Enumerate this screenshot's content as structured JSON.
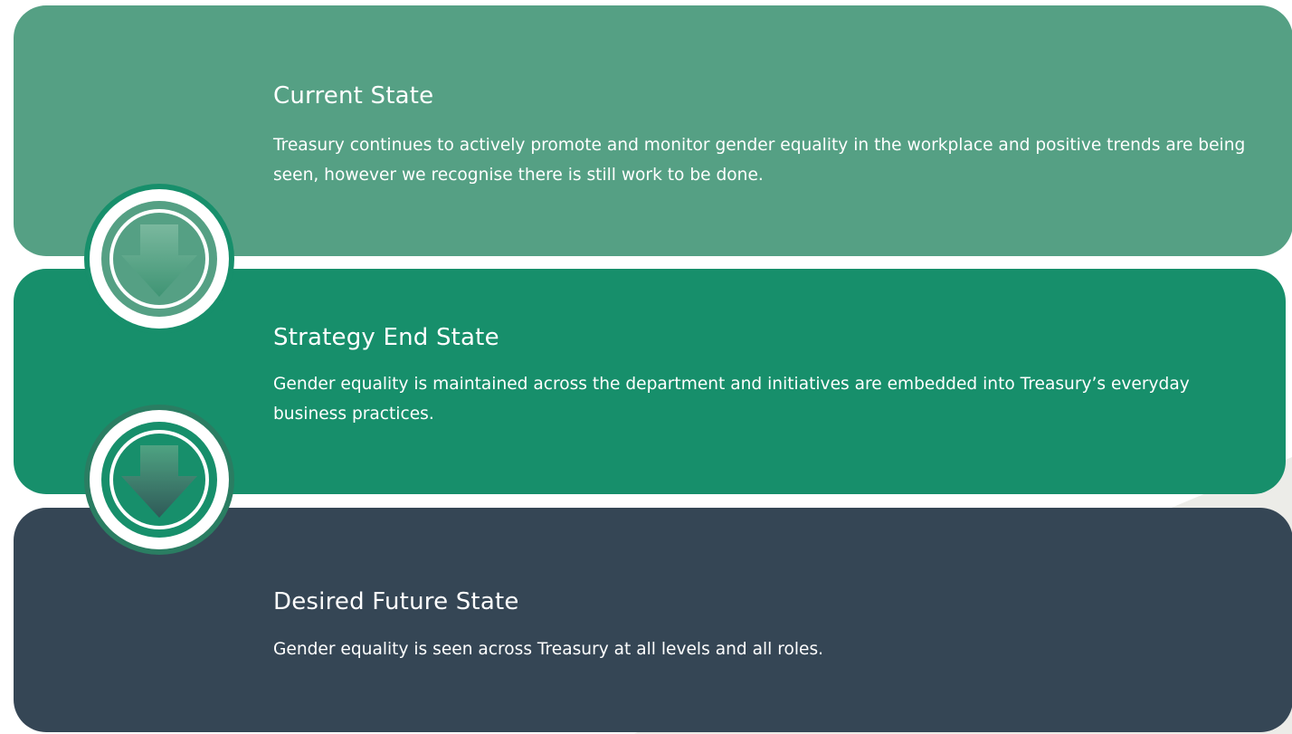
{
  "colors": {
    "current": "#55a084",
    "strategy": "#178f6b",
    "future": "#354655",
    "badge_ring": "#ffffff"
  },
  "stages": [
    {
      "title": "Current State",
      "body": "Treasury continues to actively promote and monitor gender equality in the workplace and positive trends are being seen, however we recognise there is still work to be done."
    },
    {
      "title": "Strategy End State",
      "body": "Gender equality is maintained across the department and initiatives are embedded into Treasury’s everyday business practices."
    },
    {
      "title": "Desired Future State",
      "body": "Gender equality is seen across Treasury at all levels and all roles."
    }
  ],
  "arrows": [
    {
      "icon": "down-arrow-icon"
    },
    {
      "icon": "down-arrow-icon"
    }
  ]
}
